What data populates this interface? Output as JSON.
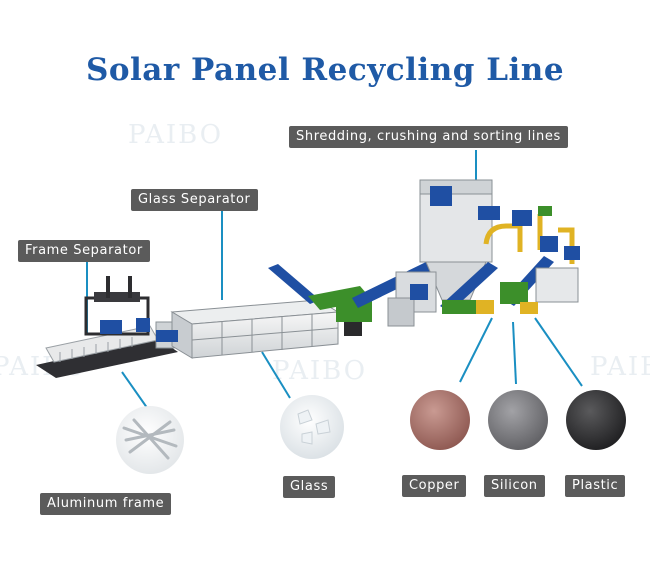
{
  "title": "Solar Panel Recycling Line",
  "watermark": "PAIBO",
  "stations": {
    "frame_separator": "Frame Separator",
    "glass_separator": "Glass Separator",
    "shredding_line": "Shredding, crushing and sorting lines"
  },
  "outputs": {
    "aluminum_frame": "Aluminum frame",
    "glass": "Glass",
    "copper": "Copper",
    "silicon": "Silicon",
    "plastic": "Plastic"
  },
  "colors": {
    "title": "#1f5aa6",
    "label_bg": "#5b5b5b",
    "leader_line": "#1a8fc2",
    "machine_blue": "#1f4fa3",
    "machine_green": "#3c8f2a",
    "pipe_yellow": "#e0b324",
    "copper": "#a8706a",
    "silicon": "#7d7d80",
    "plastic": "#3a3a3c"
  }
}
